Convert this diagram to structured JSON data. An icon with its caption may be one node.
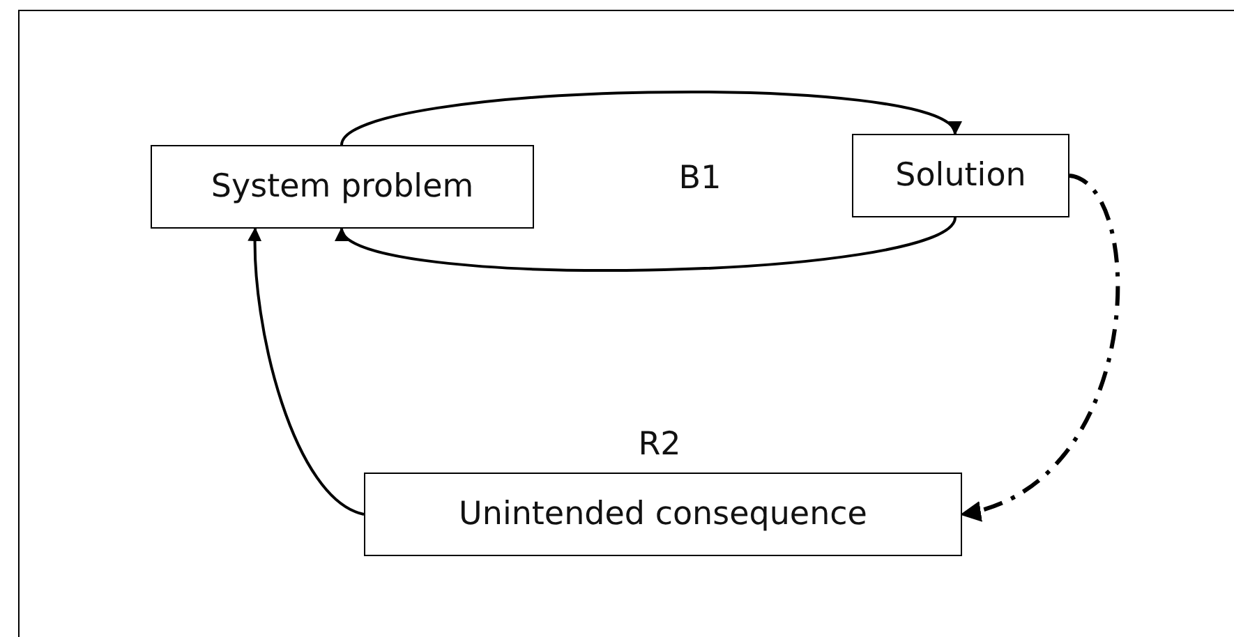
{
  "diagram": {
    "nodes": [
      {
        "text": [
          "System problem"
        ]
      },
      {
        "text": [
          "Solution"
        ]
      },
      {
        "text": [
          "Unintended consequence"
        ]
      }
    ],
    "edges": [
      {
        "from": 0,
        "to": 1,
        "arrow": "to"
      },
      {
        "from": 1,
        "to": 0,
        "arrow": "to"
      },
      {
        "from": 1,
        "to": 2,
        "arrow": "to",
        "style": "dashed"
      },
      {
        "from": 2,
        "to": 0,
        "arrow": "to"
      }
    ],
    "labels": [
      "B1",
      "R2"
    ]
  }
}
